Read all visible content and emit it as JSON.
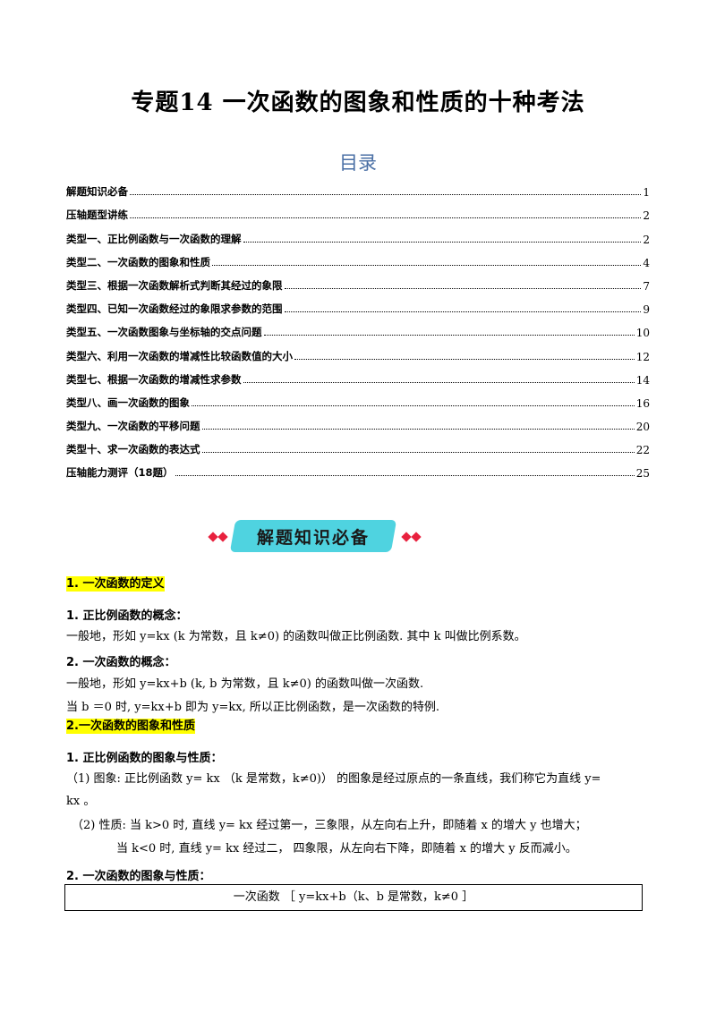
{
  "title": "专题14  一次函数的图象和性质的十种考法",
  "toc": {
    "heading": "目录",
    "entries": [
      {
        "label": "解题知识必备",
        "page": "1"
      },
      {
        "label": "压轴题型讲练",
        "page": "2"
      },
      {
        "label": "类型一、正比例函数与一次函数的理解",
        "page": "2"
      },
      {
        "label": "类型二、一次函数的图象和性质",
        "page": "4"
      },
      {
        "label": "类型三、根据一次函数解析式判断其经过的象限",
        "page": "7"
      },
      {
        "label": "类型四、已知一次函数经过的象限求参数的范围",
        "page": "9"
      },
      {
        "label": "类型五、一次函数图象与坐标轴的交点问题",
        "page": "10"
      },
      {
        "label": "类型六、利用一次函数的增减性比较函数值的大小",
        "page": "12"
      },
      {
        "label": "类型七、根据一次函数的增减性求参数",
        "page": "14"
      },
      {
        "label": "类型八、画一次函数的图象",
        "page": "16"
      },
      {
        "label": "类型九、一次函数的平移问题",
        "page": "20"
      },
      {
        "label": "类型十、求一次函数的表达式",
        "page": "22"
      },
      {
        "label": "压轴能力测评（18题）",
        "page": "25"
      }
    ]
  },
  "banner": {
    "text": "解题知识必备",
    "accent": "#4fd3e0",
    "diamond_color": "#e8213e"
  },
  "section1": {
    "heading": "1. 一次函数的定义",
    "sub1": "1. 正比例函数的概念：",
    "para1": "一般地，形如 y=kx (k 为常数，且 k≠0) 的函数叫做正比例函数. 其中 k 叫做比例系数。",
    "sub2": "2. 一次函数的概念：",
    "para2": "一般地，形如 y=kx+b   (k, b 为常数，且 k≠0) 的函数叫做一次函数.",
    "para3": "当 b ＝0  时, y=kx+b  即为  y=kx, 所以正比例函数，是一次函数的特例."
  },
  "section2": {
    "heading": "2.一次函数的图象和性质",
    "sub1": "1. 正比例函数的图象与性质：",
    "para1a": "（1) 图象: 正比例函数 y=  kx  （k  是常数，k≠0)） 的图象是经过原点的一条直线，我们称它为直线 y=",
    "para1b": "kx  。",
    "para2": "（2) 性质: 当 k>0 时, 直线 y=  kx 经过第一，三象限，从左向右上升，即随着 x 的增大 y 也增大；",
    "para3": "当 k<0 时, 直线 y=  kx 经过二，  四象限，从左向右下降，即随着  x 的增大 y 反而减小。",
    "sub2": "2. 一次函数的图象与性质：",
    "box": "一次函数 ［  y=kx+b（k、b 是常数，k≠0  ］"
  }
}
